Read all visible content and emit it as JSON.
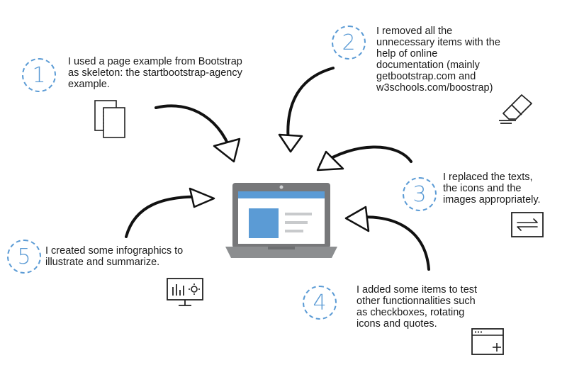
{
  "accent_color": "#5b9bd5",
  "steps": [
    {
      "number": "1",
      "text": "I used a page example from Bootstrap\nas skeleton: the startbootstrap-agency\nexample.",
      "icon": "copy-documents-icon"
    },
    {
      "number": "2",
      "text": "I removed all the\nunnecessary items with the\nhelp of online\ndocumentation (mainly\ngetbootstrap.com and\nw3schools.com/boostrap)",
      "icon": "eraser-icon"
    },
    {
      "number": "3",
      "text": "I replaced the texts,\nthe icons and the\nimages appropriately.",
      "icon": "swap-arrows-icon"
    },
    {
      "number": "4",
      "text": "I added some items to test\nother functionnalities such\nas checkboxes, rotating\nicons and quotes.",
      "icon": "browser-window-add-icon"
    },
    {
      "number": "5",
      "text": "I created some infographics to\nillustrate and summarize.",
      "icon": "monitor-chart-gear-icon"
    }
  ],
  "center": {
    "icon": "laptop-icon"
  }
}
